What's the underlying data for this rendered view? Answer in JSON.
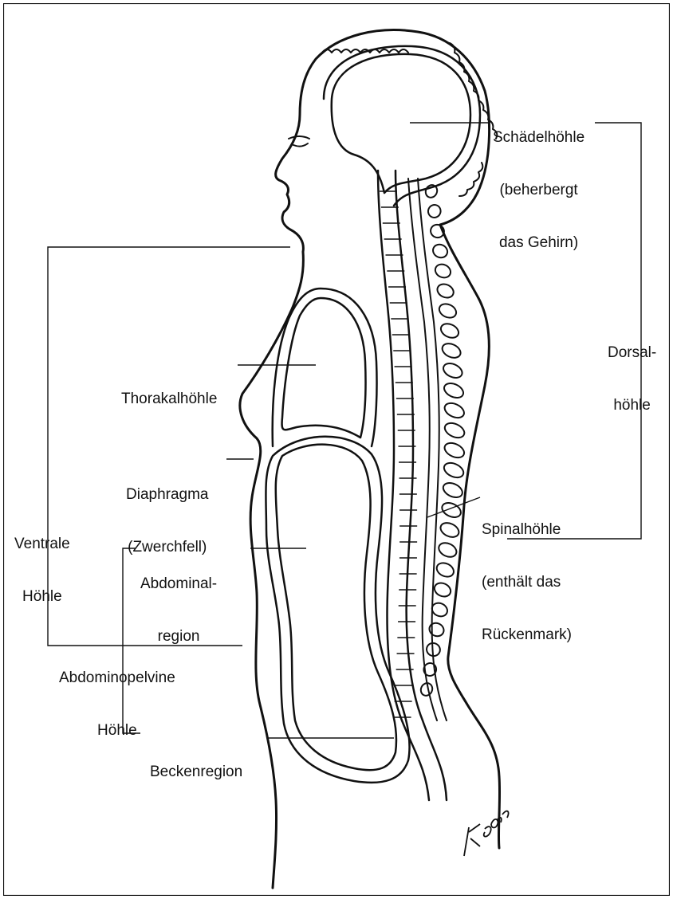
{
  "diagram": {
    "labels": {
      "cranial": [
        "Schädelhöhle",
        "(beherbergt",
        "das Gehirn)"
      ],
      "dorsal": [
        "Dorsal-",
        "höhle"
      ],
      "thoracic": [
        "Thorakalhöhle"
      ],
      "diaphragm": [
        "Diaphragma",
        "(Zwerchfell)"
      ],
      "spinal": [
        "Spinalhöhle",
        "(enthält das",
        "Rückenmark)"
      ],
      "ventral": [
        "Ventrale",
        "Höhle"
      ],
      "abdominal": [
        "Abdominal-",
        "region"
      ],
      "abdominopelvic": [
        "Abdominopelvine",
        "Höhle"
      ],
      "pelvic": [
        "Beckenregion"
      ]
    },
    "signature": "K.Born"
  },
  "colors": {
    "line": "#111111",
    "background": "#ffffff"
  }
}
